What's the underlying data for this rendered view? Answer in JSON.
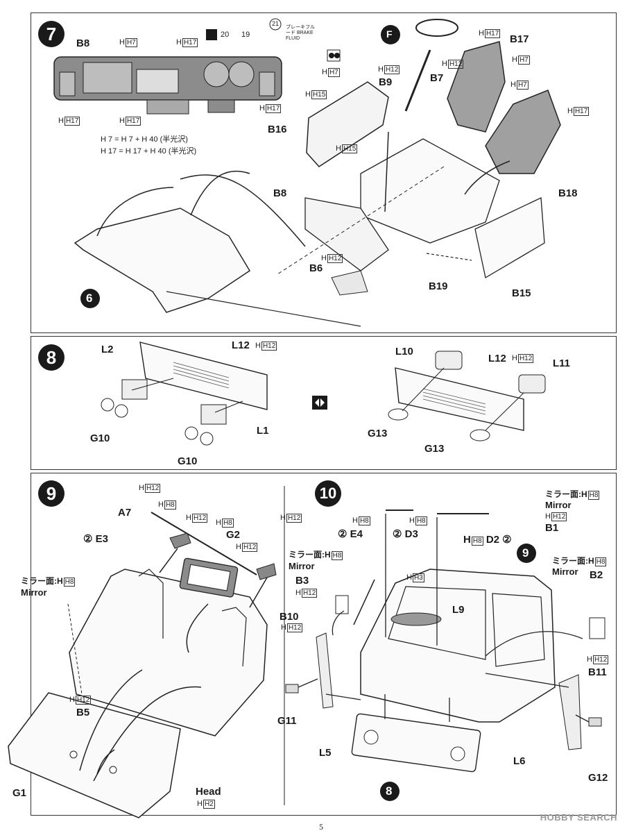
{
  "page_number": "5",
  "watermark": "HOBBY SEARCH",
  "step7": {
    "number": "7",
    "part_labels": [
      "B8",
      "B17",
      "B9",
      "B7",
      "B16",
      "B8",
      "B6",
      "B19",
      "B15",
      "B18",
      "F",
      "6"
    ],
    "paint": {
      "h7": "H7",
      "h12": "H12",
      "h15": "H15",
      "h17": "H17"
    },
    "callouts": [
      "20",
      "19",
      "21"
    ],
    "brake_label": "ブレーキフルード BRAKE FLUID",
    "formula1": "H 7 = H 7 + H 40 (半光沢)",
    "formula2": "H 17 = H 17 + H 40 (半光沢)"
  },
  "step8": {
    "number": "8",
    "labels": [
      "L2",
      "L12",
      "L1",
      "G10",
      "G10",
      "L10",
      "L12",
      "L11",
      "G13",
      "G13"
    ],
    "paint_h12": "H12"
  },
  "step9": {
    "number": "9",
    "labels": [
      "A7",
      "E3",
      "G2",
      "B5",
      "G1",
      "Head"
    ],
    "mirror_jp": "ミラー面:",
    "mirror_en": "Mirror",
    "h8": "H8",
    "h12": "H12",
    "h2": "H2",
    "circle2": "②"
  },
  "step10": {
    "number": "10",
    "labels": [
      "E4",
      "D3",
      "D2",
      "B1",
      "B2",
      "B3",
      "B10",
      "L9",
      "B11",
      "G11",
      "L5",
      "L6",
      "G12",
      "8",
      "9"
    ],
    "mirror_jp": "ミラー面:",
    "mirror_en": "Mirror",
    "h3": "H3",
    "h8": "H8",
    "h12": "H12",
    "circle2": "②"
  }
}
